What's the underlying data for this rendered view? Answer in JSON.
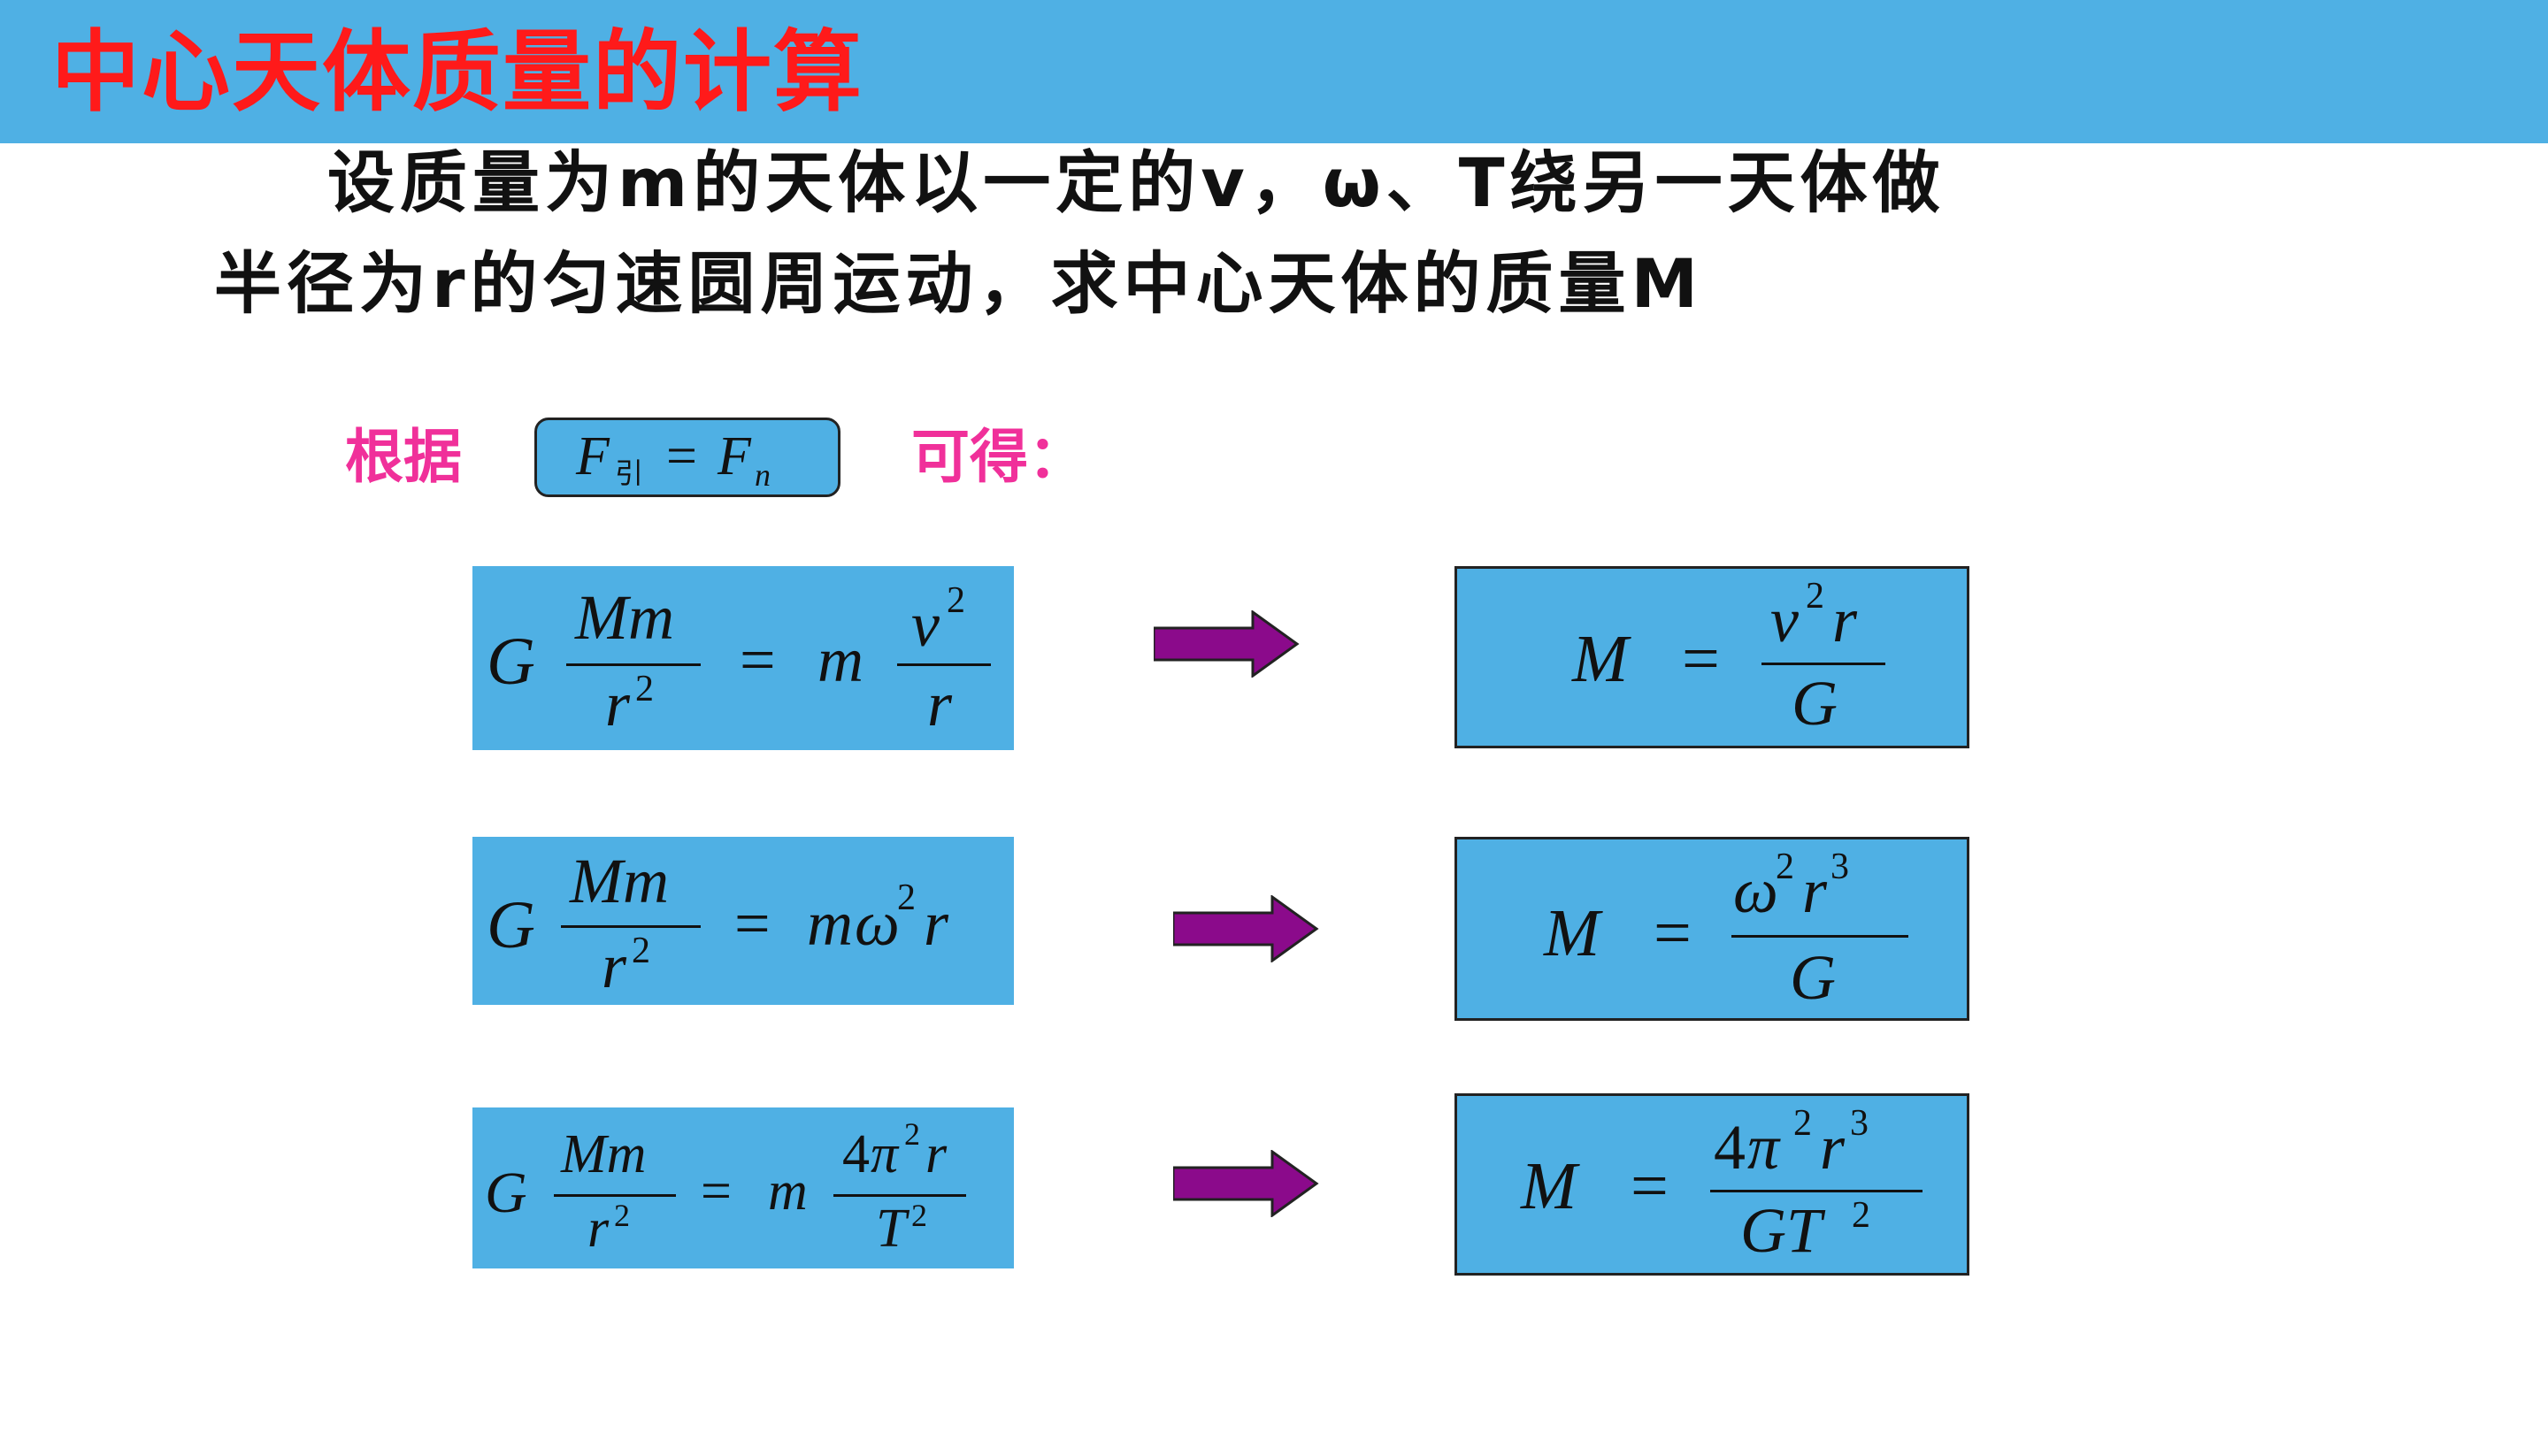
{
  "slide": {
    "title": "中心天体质量的计算",
    "intro_line1": "设质量为m的天体以一定的v，ω、T绕另一天体做",
    "intro_line2": "半径为r的匀速圆周运动，求中心天体的质量M",
    "basis_label": "根据",
    "result_label": "可得："
  },
  "law": {
    "lhs": "F",
    "lhs_sub": "引",
    "eq": "=",
    "rhs": "F",
    "rhs_sub": "n"
  },
  "formulas": {
    "common": {
      "G": "G",
      "Mm": "Mm",
      "r": "r",
      "two": "2",
      "three": "3",
      "eq": "=",
      "m": "m",
      "M": "M",
      "v": "v",
      "omega": "ω",
      "pi": "π",
      "four": "4",
      "T": "T",
      "GT": "GT"
    }
  },
  "colors": {
    "title_bar": "#4fb0e4",
    "title_text": "#ff1a1a",
    "formula_box": "#4fb0e4",
    "arrow": "#8b0a8b",
    "pink_text": "#f0309a"
  }
}
